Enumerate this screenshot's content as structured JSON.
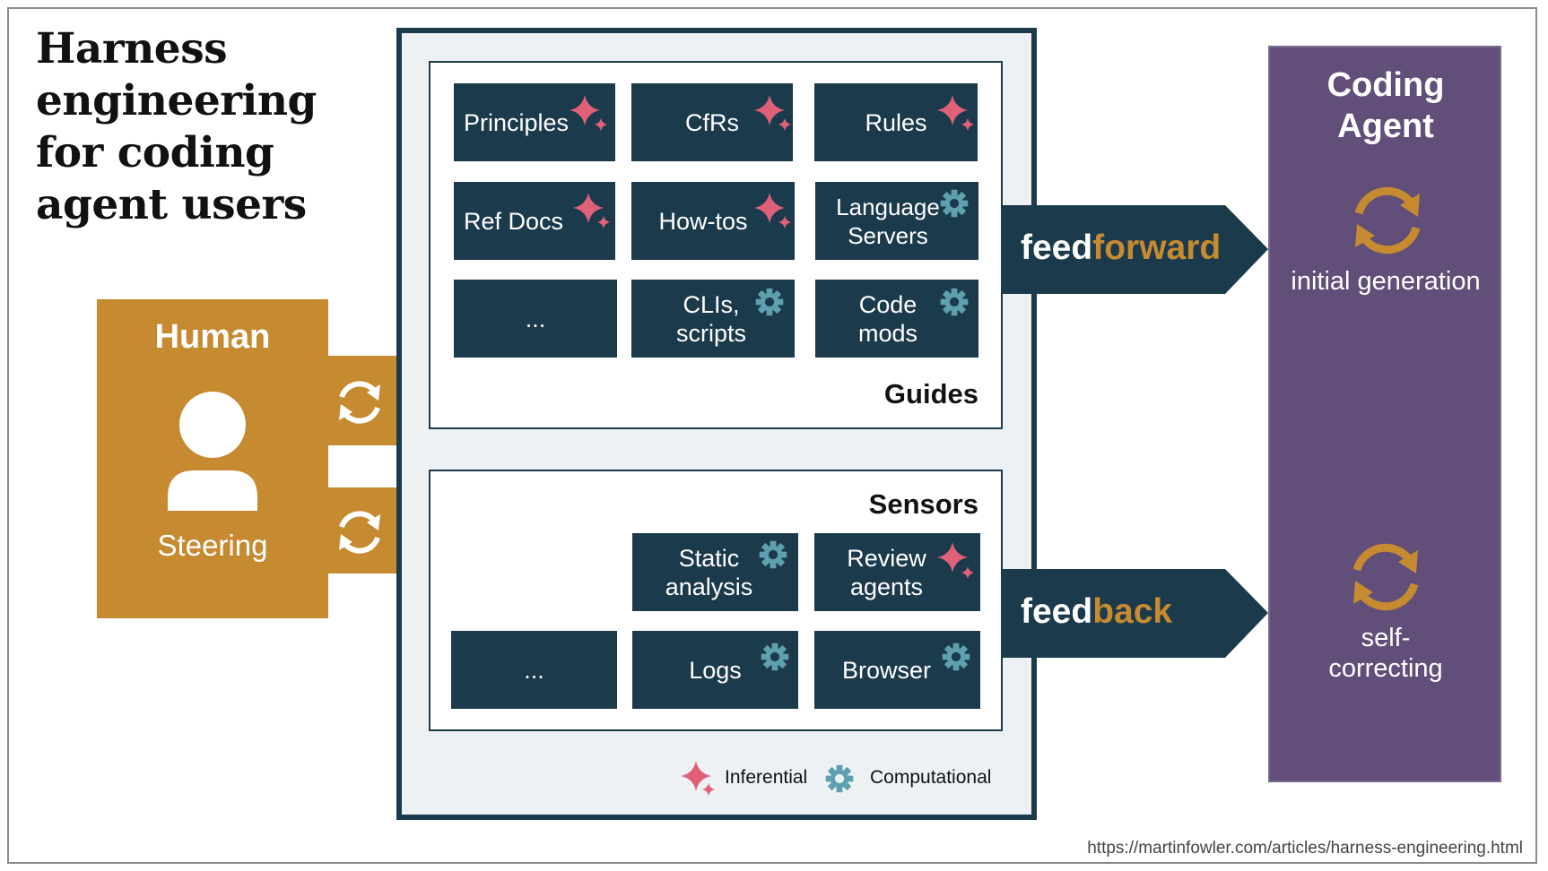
{
  "title": "Harness engineering for coding agent users",
  "human": {
    "heading": "Human",
    "steering": "Steering"
  },
  "guides": {
    "title": "Guides",
    "tiles": [
      {
        "label": "Principles",
        "type": "inferential"
      },
      {
        "label": "CfRs",
        "type": "inferential"
      },
      {
        "label": "Rules",
        "type": "inferential"
      },
      {
        "label": "Ref Docs",
        "type": "inferential"
      },
      {
        "label": "How-tos",
        "type": "inferential"
      },
      {
        "label": "Language\nServers",
        "type": "computational"
      },
      {
        "label": "...",
        "type": "none"
      },
      {
        "label": "CLIs,\nscripts",
        "type": "computational"
      },
      {
        "label": "Code\nmods",
        "type": "computational"
      }
    ]
  },
  "sensors": {
    "title": "Sensors",
    "tiles": [
      {
        "label": "Static\nanalysis",
        "type": "computational"
      },
      {
        "label": "Review\nagents",
        "type": "inferential"
      },
      {
        "label": "...",
        "type": "none"
      },
      {
        "label": "Logs",
        "type": "computational"
      },
      {
        "label": "Browser",
        "type": "computational"
      }
    ]
  },
  "arrows": {
    "feedforward": {
      "prefix": "feed",
      "suffix": "forward"
    },
    "feedback": {
      "prefix": "feed",
      "suffix": "back"
    }
  },
  "agent": {
    "title": "Coding Agent",
    "initial": "initial generation",
    "self": "self-correcting"
  },
  "legend": {
    "inferential": "Inferential",
    "computational": "Computational"
  },
  "url": "https://martinfowler.com/articles/harness-engineering.html",
  "colors": {
    "navy": "#1b3a4b",
    "gold": "#c68a31",
    "purple": "#614e79",
    "sparkle": "#e0607a",
    "gear": "#5ea0ae",
    "panel_bg": "#eef1f4"
  }
}
